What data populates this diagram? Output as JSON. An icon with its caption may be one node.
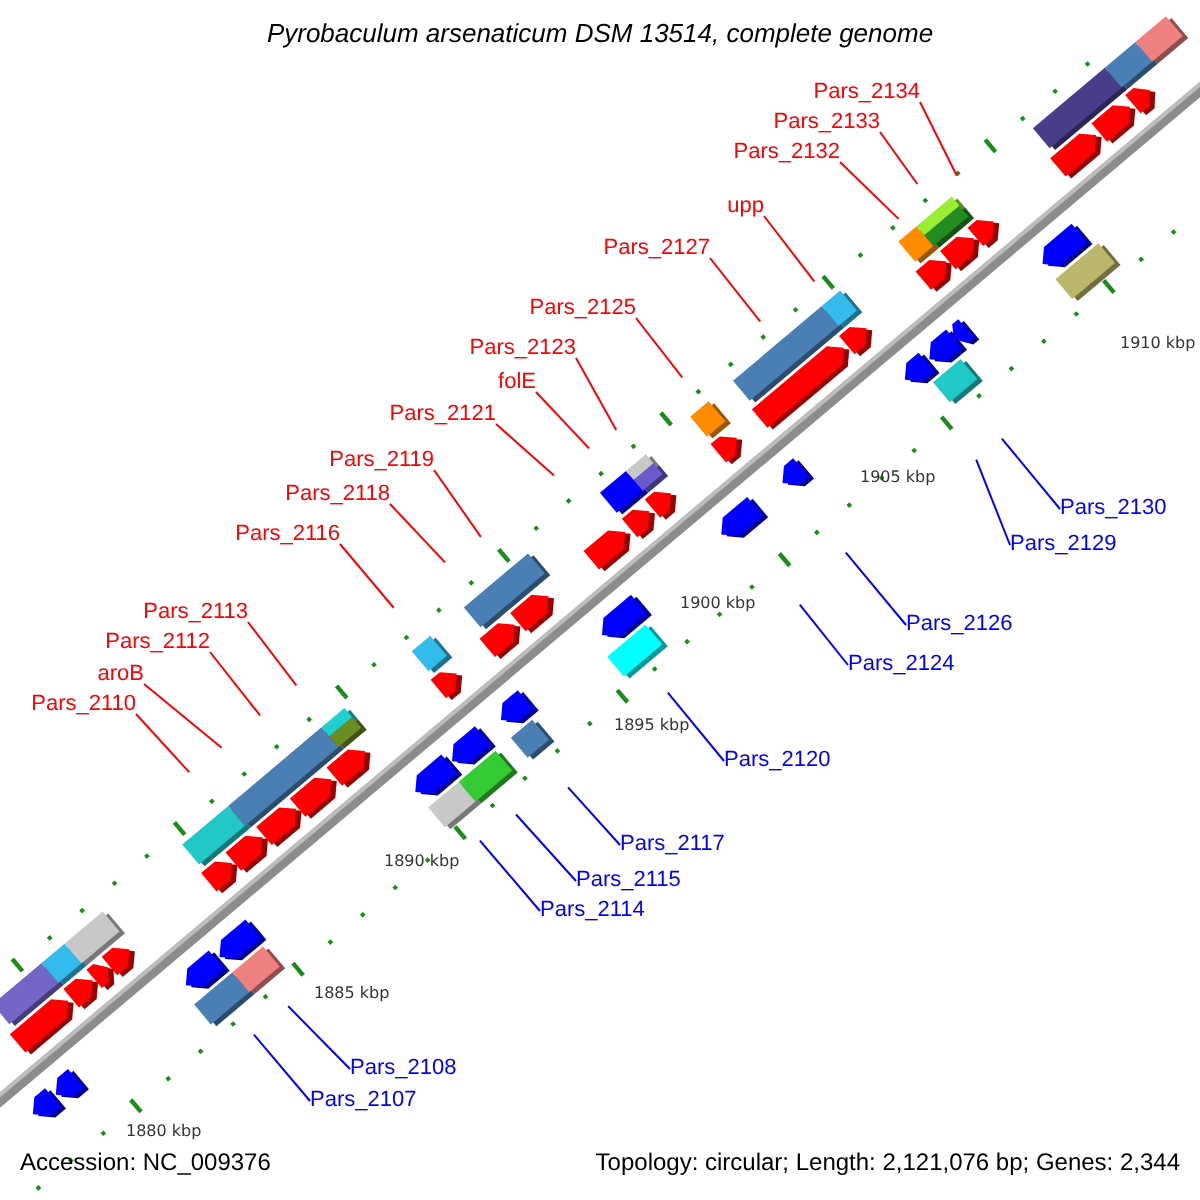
{
  "diagram": {
    "title": "Pyrobaculum arsenaticum DSM 13514, complete genome",
    "nodes": [
      {
        "text": [
          "Pars_2134"
        ]
      },
      {
        "text": [
          "Pars_2133"
        ]
      },
      {
        "text": [
          "Pars_2132"
        ]
      },
      {
        "text": [
          "upp"
        ]
      },
      {
        "text": [
          "Pars_2127"
        ]
      },
      {
        "text": [
          "Pars_2125"
        ]
      },
      {
        "text": [
          "Pars_2123"
        ]
      },
      {
        "text": [
          "folE"
        ]
      },
      {
        "text": [
          "Pars_2121"
        ]
      },
      {
        "text": [
          "Pars_2119"
        ]
      },
      {
        "text": [
          "Pars_2118"
        ]
      },
      {
        "text": [
          "Pars_2116"
        ]
      },
      {
        "text": [
          "Pars_2113"
        ]
      },
      {
        "text": [
          "Pars_2112"
        ]
      },
      {
        "text": [
          "aroB"
        ]
      },
      {
        "text": [
          "Pars_2110"
        ]
      },
      {
        "text": [
          "Pars_2130"
        ]
      },
      {
        "text": [
          "Pars_2129"
        ]
      },
      {
        "text": [
          "Pars_2126"
        ]
      },
      {
        "text": [
          "Pars_2124"
        ]
      },
      {
        "text": [
          "Pars_2120"
        ]
      },
      {
        "text": [
          "Pars_2117"
        ]
      },
      {
        "text": [
          "Pars_2115"
        ]
      },
      {
        "text": [
          "Pars_2114"
        ]
      },
      {
        "text": [
          "Pars_2108"
        ]
      },
      {
        "text": [
          "Pars_2107"
        ]
      }
    ],
    "edges": [
      {
        "from": 0,
        "to": null,
        "arrow": "none"
      },
      {
        "from": 1,
        "to": null,
        "arrow": "none"
      },
      {
        "from": 2,
        "to": null,
        "arrow": "none"
      },
      {
        "from": 3,
        "to": null,
        "arrow": "none"
      },
      {
        "from": 4,
        "to": null,
        "arrow": "none"
      },
      {
        "from": 5,
        "to": null,
        "arrow": "none"
      },
      {
        "from": 6,
        "to": null,
        "arrow": "none"
      },
      {
        "from": 7,
        "to": null,
        "arrow": "none"
      },
      {
        "from": 8,
        "to": null,
        "arrow": "none"
      },
      {
        "from": 9,
        "to": null,
        "arrow": "none"
      },
      {
        "from": 10,
        "to": null,
        "arrow": "none"
      },
      {
        "from": 11,
        "to": null,
        "arrow": "none"
      },
      {
        "from": 12,
        "to": null,
        "arrow": "none"
      },
      {
        "from": 13,
        "to": null,
        "arrow": "none"
      },
      {
        "from": 14,
        "to": null,
        "arrow": "none"
      },
      {
        "from": 15,
        "to": null,
        "arrow": "none"
      },
      {
        "from": 16,
        "to": null,
        "arrow": "none",
        "color": "#0000ff"
      },
      {
        "from": 17,
        "to": null,
        "arrow": "none",
        "color": "#0000ff"
      },
      {
        "from": 18,
        "to": null,
        "arrow": "none",
        "color": "#0000ff"
      },
      {
        "from": 19,
        "to": null,
        "arrow": "none",
        "color": "#0000ff"
      },
      {
        "from": 20,
        "to": null,
        "arrow": "none",
        "color": "#0000ff"
      },
      {
        "from": 21,
        "to": null,
        "arrow": "none",
        "color": "#0000ff"
      },
      {
        "from": 22,
        "to": null,
        "arrow": "none",
        "color": "#0000ff"
      },
      {
        "from": 23,
        "to": null,
        "arrow": "none",
        "color": "#0000ff"
      },
      {
        "from": 24,
        "to": null,
        "arrow": "none",
        "color": "#0000ff"
      },
      {
        "from": 25,
        "to": null,
        "arrow": "none",
        "color": "#0000ff"
      }
    ],
    "labels": [
      "1910 kbp",
      "1905 kbp",
      "1900 kbp",
      "1895 kbp",
      "1890 kbp",
      "1885 kbp",
      "1880 kbp",
      "Accession: NC_009376",
      "Topology: circular; Length: 2,121,076 bp; Genes: 2,344"
    ]
  }
}
